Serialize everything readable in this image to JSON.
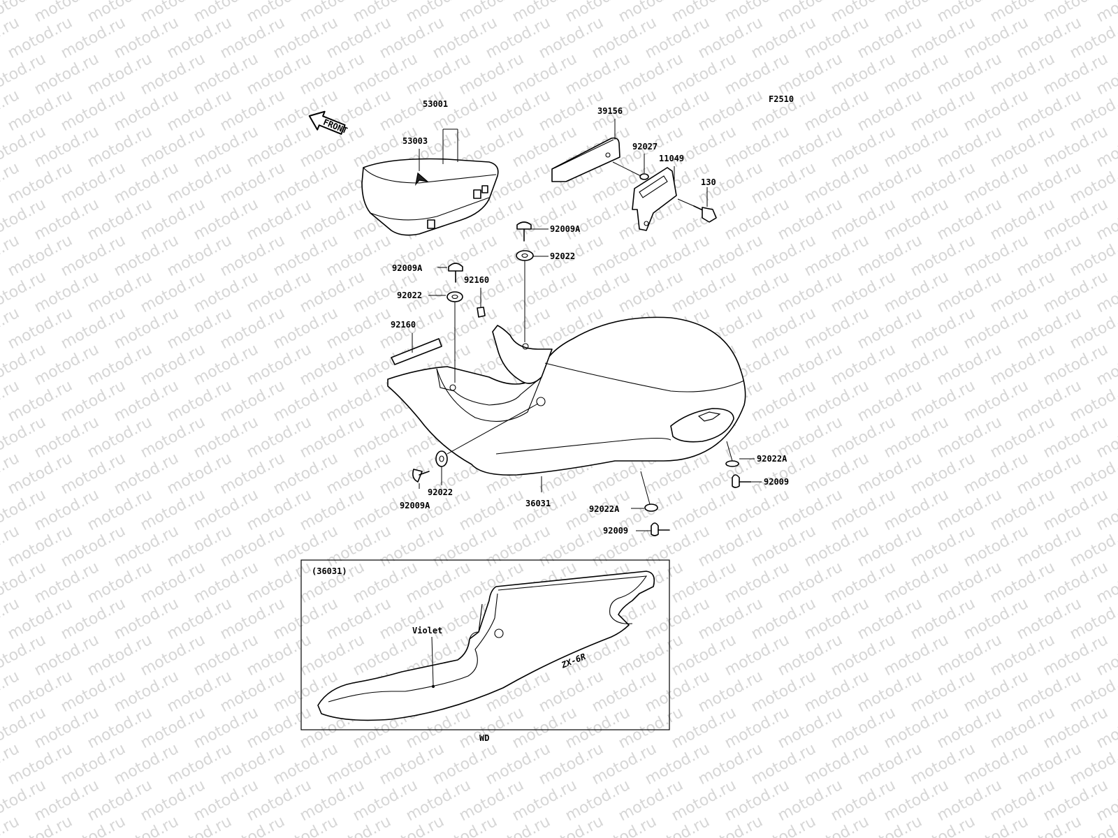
{
  "diagram_code": "F2510",
  "front_arrow_label": "FRONT",
  "watermark_text": "motod.ru",
  "part_labels": {
    "p53001": "53001",
    "p53003": "53003",
    "p39156": "39156",
    "p92027": "92027",
    "p11049": "11049",
    "p130": "130",
    "p92009A_top": "92009A",
    "p92022_top": "92022",
    "p92009A_left": "92009A",
    "p92160_small": "92160",
    "p92022_left": "92022",
    "p92160_strip": "92160",
    "p92022A_right": "92022A",
    "p92009_right": "92009",
    "p92022_bottom": "92022",
    "p92009A_bottom": "92009A",
    "p36031": "36031",
    "p92022A_bottom": "92022A",
    "p92009_bottom": "92009"
  },
  "inset": {
    "part_ref": "(36031)",
    "color_note": "Violet",
    "variant_code": "WD",
    "decal_text": "ZX-6R"
  },
  "colors": {
    "line": "#000000",
    "background": "#ffffff",
    "watermark": "#d6d6d6"
  }
}
